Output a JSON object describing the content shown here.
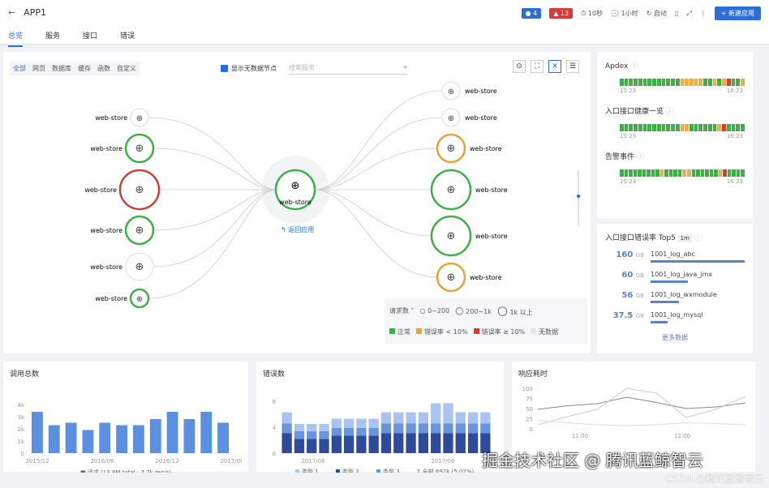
{
  "header": {
    "back_icon": "arrow-left-icon",
    "title": "APP1",
    "badge_info": "4",
    "badge_alert": "13",
    "refresh_interval": "10秒",
    "time_range": "1小时",
    "auto": "自动",
    "new_app": "新建应用",
    "colors": {
      "accent": "#2a6fd6",
      "alert": "#d93a3a"
    }
  },
  "tabs": [
    {
      "label": "总览",
      "active": true
    },
    {
      "label": "服务"
    },
    {
      "label": "接口"
    },
    {
      "label": "错误"
    }
  ],
  "filters": [
    "全部",
    "网页",
    "数据库",
    "缓存",
    "函数",
    "自定义"
  ],
  "show_no_data": "显示无数据节点",
  "search_placeholder": "搜索服务",
  "topology": {
    "center": {
      "label": "web-store",
      "status": "normal",
      "back": "返回应用"
    },
    "left": [
      {
        "label": "web-store",
        "status": "nodata",
        "size": "small"
      },
      {
        "label": "web-store",
        "status": "normal",
        "size": "medium"
      },
      {
        "label": "web-store",
        "status": "error",
        "size": "large"
      },
      {
        "label": "web-store",
        "status": "normal",
        "size": "medium"
      },
      {
        "label": "web-store",
        "status": "nodata",
        "size": "medium"
      },
      {
        "label": "web-store",
        "status": "normal",
        "size": "small"
      }
    ],
    "right": [
      {
        "label": "web-store",
        "status": "nodata",
        "size": "small"
      },
      {
        "label": "web-store",
        "status": "nodata",
        "size": "small"
      },
      {
        "label": "web-store",
        "status": "warn",
        "size": "medium"
      },
      {
        "label": "web-store",
        "status": "normal",
        "size": "large"
      },
      {
        "label": "web-store",
        "status": "normal",
        "size": "large"
      },
      {
        "label": "web-store",
        "status": "warn",
        "size": "medium"
      }
    ],
    "zoom_level": 0.5
  },
  "legend": {
    "metric": "请求数",
    "sizes": [
      "0~200",
      "200~1k",
      "1k 以上"
    ],
    "status": [
      {
        "label": "正常",
        "color": "#3fae49"
      },
      {
        "label": "错误率 < 10%",
        "color": "#e8a23a"
      },
      {
        "label": "错误率 ≥ 10%",
        "color": "#d93a3a"
      },
      {
        "label": "无数据",
        "color": "#e5e5e5"
      }
    ]
  },
  "side": {
    "apdex": {
      "title": "Apdex",
      "start": "15:23",
      "end": "16:23",
      "cells": "gggggggggggggyyyyyggygyrggy"
    },
    "health": {
      "title": "入口接口健康一览",
      "start": "15:23",
      "end": "16:23",
      "cells": "gggggggggggggyyggggggyrgggg"
    },
    "alerts": {
      "title": "告警事件",
      "start": "15:23",
      "end": "16:23",
      "cells": "gggggggggyggggyyggggggyrgggg"
    },
    "top5": {
      "title": "入口接口错误率 Top5",
      "badge": "1m",
      "unit": "GB",
      "more": "更多数据",
      "items": [
        {
          "value": "160",
          "name": "1001_log_abc",
          "pct": 100
        },
        {
          "value": "60",
          "name": "1001_log_java_jmx",
          "pct": 40
        },
        {
          "value": "56",
          "name": "1001_log_wxmodule",
          "pct": 30
        },
        {
          "value": "37.5",
          "name": "1001_log_mysql",
          "pct": 18
        }
      ]
    }
  },
  "chart_data": [
    {
      "type": "bar",
      "title": "调用总数",
      "yticks": [
        "0",
        "1k",
        "2k",
        "3k",
        "4k"
      ],
      "ylim": [
        0,
        4000
      ],
      "xticks": [
        "2015/12",
        "2016/06",
        "2016/12",
        "2017/06"
      ],
      "values": [
        3400,
        2300,
        2500,
        1900,
        2500,
        2300,
        2300,
        2800,
        3400,
        2800,
        3400,
        2500
      ],
      "color": "#5b8fe0",
      "series": [
        {
          "name": "请求",
          "values": [
            3400,
            2300,
            2500,
            1900,
            2500,
            2300,
            2300,
            2800,
            3400,
            2800,
            3400,
            2500
          ]
        }
      ],
      "legend": "请求",
      "legend_note": "(13.8M total ; 7.7k req/s)"
    },
    {
      "type": "bar",
      "stacked": true,
      "title": "错误数",
      "yticks": [
        "0",
        "4",
        "8"
      ],
      "ylim": [
        0,
        8
      ],
      "xticks": [
        "2017/06",
        "2017/06"
      ],
      "series": [
        {
          "name": "类型 2",
          "color": "#2e4a9a",
          "values": [
            3.1,
            2.2,
            2.2,
            2.2,
            2.7,
            2.7,
            2.7,
            2.7,
            3.1,
            3.1,
            3.1,
            3.1,
            3.1,
            3.1,
            3.1,
            3.1,
            3.1
          ]
        },
        {
          "name": "类型 3",
          "color": "#6a94dc",
          "values": [
            1.5,
            1.2,
            1.2,
            1.2,
            1.2,
            1.2,
            1.2,
            1.2,
            1.5,
            1.5,
            1.5,
            1.5,
            1.5,
            1.5,
            1.5,
            1.5,
            1.5
          ]
        },
        {
          "name": "类型 1",
          "color": "#a9c4f0",
          "values": [
            1.7,
            1.1,
            1.1,
            1.1,
            1.4,
            1.4,
            1.4,
            1.4,
            1.7,
            1.7,
            1.7,
            1.7,
            3.1,
            3.1,
            1.7,
            1.7,
            1.7
          ]
        }
      ],
      "legend_order": [
        "类型 1",
        "类型 2",
        "类型 3"
      ],
      "total": "Σ 全部 692k (5.02%)"
    },
    {
      "type": "line",
      "title": "响应耗时",
      "yticks": [
        "0",
        "25",
        "50",
        "75",
        "100"
      ],
      "ylim": [
        0,
        100
      ],
      "xticks": [
        "11:00",
        "12:00"
      ],
      "x": [
        0,
        1,
        2,
        3,
        4,
        5,
        6,
        7
      ],
      "series": [
        {
          "color": "#888",
          "values": [
            48,
            57,
            62,
            78,
            65,
            50,
            54,
            64
          ]
        },
        {
          "color": "#ccc",
          "values": [
            10,
            30,
            48,
            100,
            88,
            28,
            48,
            80
          ]
        },
        {
          "color": "#e6dccb",
          "values": [
            20,
            15,
            10,
            8,
            10,
            15,
            13,
            10
          ]
        }
      ]
    }
  ],
  "watermark": {
    "main": "掘金技术社区 @ 腾讯蓝鲸智云",
    "sub": "CSDN @腾讯蓝鲸智云"
  }
}
